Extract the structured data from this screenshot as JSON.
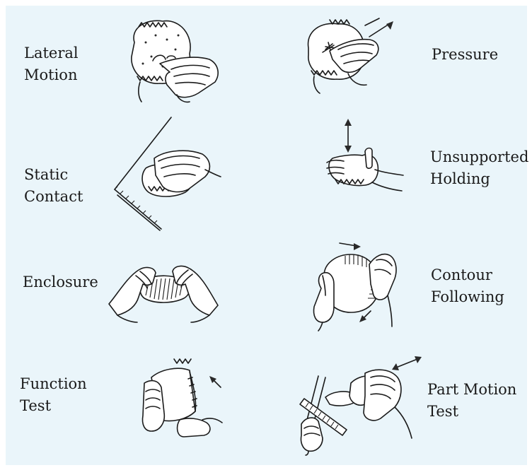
{
  "background_color": "#eaf5fa",
  "ink_color": "#1b1b1b",
  "procedures": [
    {
      "line1": "Lateral",
      "line2": "Motion",
      "icon": "hand-rubbing-object-icon"
    },
    {
      "line1": "Pressure",
      "line2": "",
      "icon": "hand-pressing-object-icon"
    },
    {
      "line1": "Static",
      "line2": "Contact",
      "icon": "hand-resting-on-object-icon"
    },
    {
      "line1": "Unsupported",
      "line2": "Holding",
      "icon": "hand-lifting-object-icon"
    },
    {
      "line1": "Enclosure",
      "line2": "",
      "icon": "hands-enclosing-object-icon"
    },
    {
      "line1": "Contour",
      "line2": "Following",
      "icon": "hand-tracing-contour-icon"
    },
    {
      "line1": "Function",
      "line2": "Test",
      "icon": "hand-testing-function-icon"
    },
    {
      "line1": "Part Motion",
      "line2": "Test",
      "icon": "hand-moving-part-icon"
    }
  ]
}
